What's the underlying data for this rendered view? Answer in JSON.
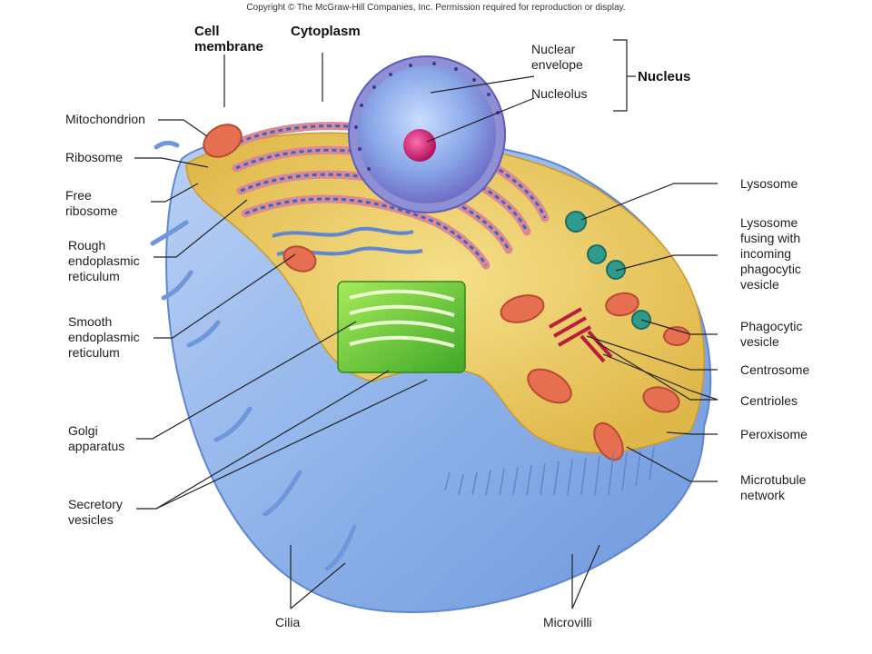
{
  "copyright": "Copyright © The McGraw-Hill Companies, Inc. Permission required for reproduction or display.",
  "labels": {
    "cell_membrane": [
      "Cell",
      "membrane"
    ],
    "cytoplasm": "Cytoplasm",
    "nuclear_envelope": [
      "Nuclear",
      "envelope"
    ],
    "nucleolus": "Nucleolus",
    "nucleus": "Nucleus",
    "mitochondrion": "Mitochondrion",
    "ribosome": "Ribosome",
    "free_ribosome": [
      "Free",
      "ribosome"
    ],
    "rough_er": [
      "Rough",
      "endoplasmic",
      "reticulum"
    ],
    "smooth_er": [
      "Smooth",
      "endoplasmic",
      "reticulum"
    ],
    "golgi": [
      "Golgi",
      "apparatus"
    ],
    "secretory_vesicles": [
      "Secretory",
      "vesicles"
    ],
    "cilia": "Cilia",
    "microvilli": "Microvilli",
    "lysosome": "Lysosome",
    "lysosome_fusing": [
      "Lysosome",
      "fusing with",
      "incoming",
      "phagocytic",
      "vesicle"
    ],
    "phagocytic_vesicle": [
      "Phagocytic",
      "vesicle"
    ],
    "centrosome": "Centrosome",
    "centrioles": "Centrioles",
    "peroxisome": "Peroxisome",
    "microtubule_network": [
      "Microtubule",
      "network"
    ]
  },
  "colors": {
    "membrane": "#8fb3ea",
    "membrane_dark": "#5f86cf",
    "cytoplasm": "#f2d46a",
    "nucleus": "#8f8fd6",
    "nucleolus": "#d4287a",
    "rough_er": "#d98a93",
    "er_blue": "#3f63c4",
    "golgi": "#6cc83c",
    "mitochondria": "#e66f52",
    "lysosome": "#2f9a8e",
    "leader": "#222222"
  }
}
